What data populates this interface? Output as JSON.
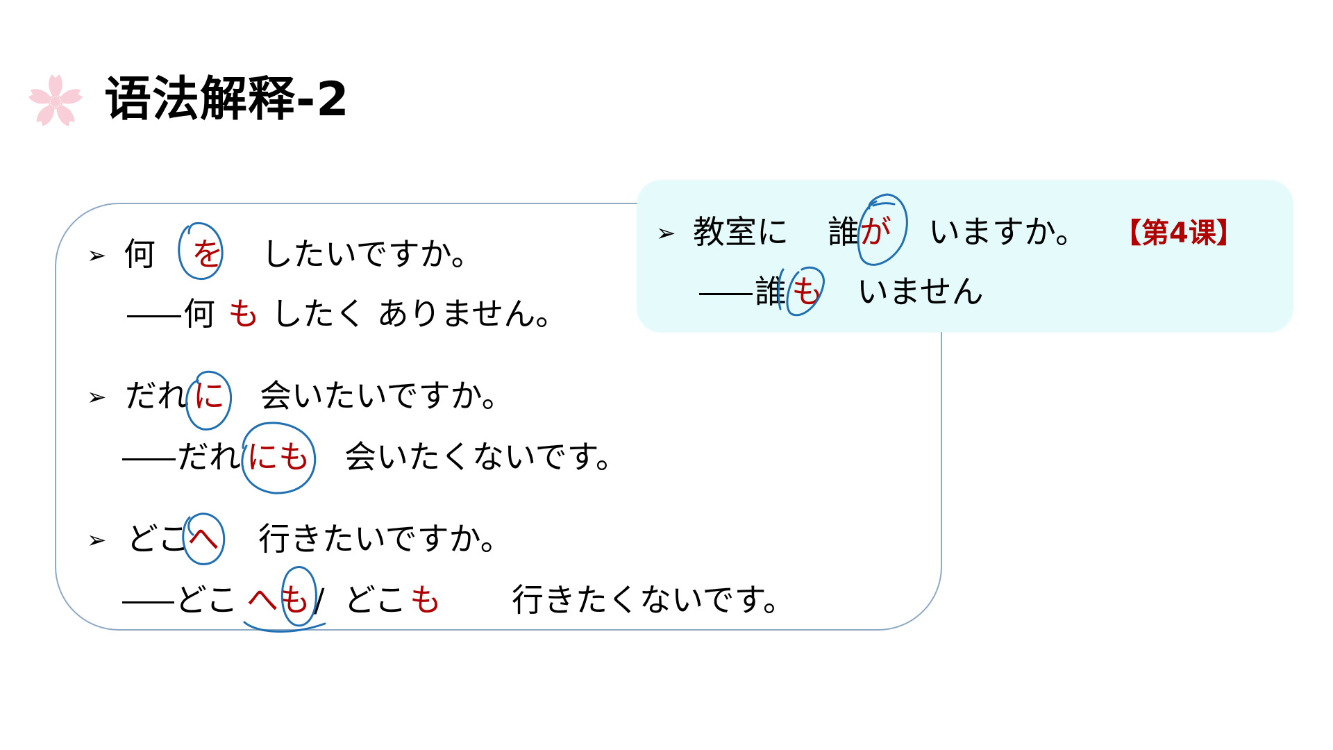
{
  "header": {
    "icon": "cherry-blossom-icon",
    "title": "语法解释-2"
  },
  "colors": {
    "accent_red": "#b00000",
    "annotation_blue": "#1f6fb2",
    "box_border": "#8fa9c4",
    "highlight_box_bg": "#e5fbfb",
    "flower_pink": "#f8cfd9"
  },
  "main_box": {
    "items": [
      {
        "bullet": "➢",
        "question": {
          "before": "何",
          "particle": "を",
          "after": "したいですか。"
        },
        "answer": {
          "dash": "——",
          "before": "何",
          "particle": "も",
          "after": "したく ありません。"
        }
      },
      {
        "bullet": "➢",
        "question": {
          "before": "だれ",
          "particle": "に",
          "after": "会いたいですか。"
        },
        "answer": {
          "dash": "——",
          "before": "だれ",
          "particle": "にも",
          "after": "会いたくないです。"
        }
      },
      {
        "bullet": "➢",
        "question": {
          "before": "どこ",
          "particle": "へ",
          "after": "行きたいですか。"
        },
        "answer": {
          "dash": "——",
          "before": "どこ",
          "particle": "へも",
          "separator": "/",
          "alt_before": "どこ",
          "alt_particle": "も",
          "after": "行きたくないです。"
        }
      }
    ]
  },
  "reference_box": {
    "bullet": "➢",
    "question": {
      "before": "教室に",
      "subject": "誰",
      "particle": "が",
      "after": "いますか。"
    },
    "lesson_tag": "【第4课】",
    "answer": {
      "dash": "——",
      "subject": "誰",
      "particle": "も",
      "after": "いません"
    }
  }
}
